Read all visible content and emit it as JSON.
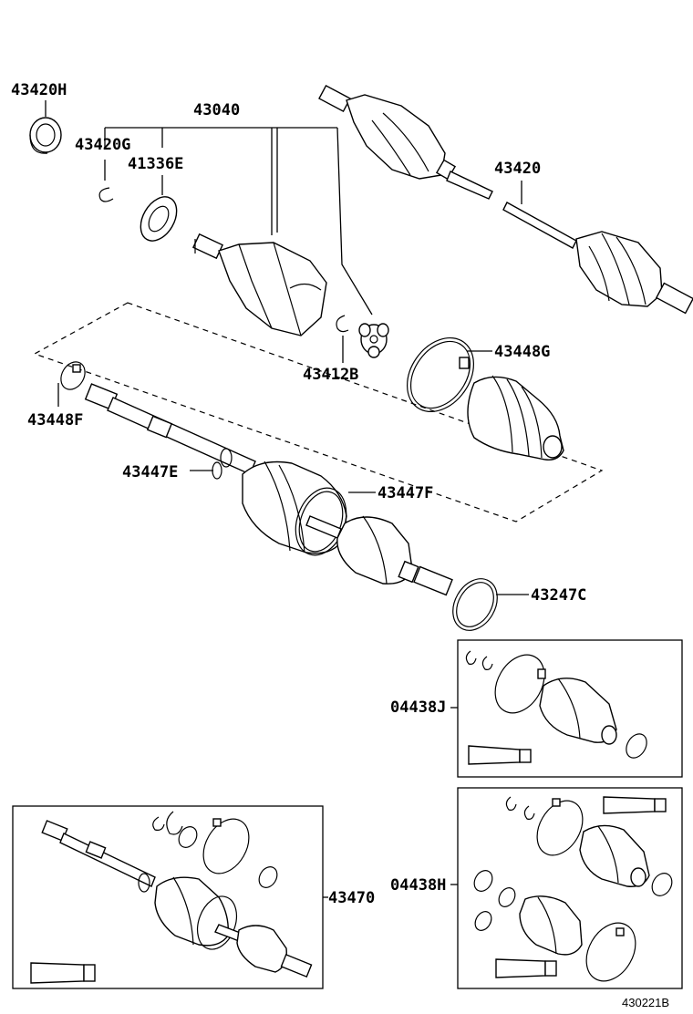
{
  "labels": {
    "p43420H": "43420H",
    "p43040": "43040",
    "p43420G": "43420G",
    "p41336E": "41336E",
    "p43420": "43420",
    "p43448G": "43448G",
    "p43412B": "43412B",
    "p43448F": "43448F",
    "p43447E": "43447E",
    "p43447F": "43447F",
    "p43247C": "43247C",
    "p04438J": "04438J",
    "p43470": "43470",
    "p04438H": "04438H"
  },
  "figure_ref": "430221B"
}
